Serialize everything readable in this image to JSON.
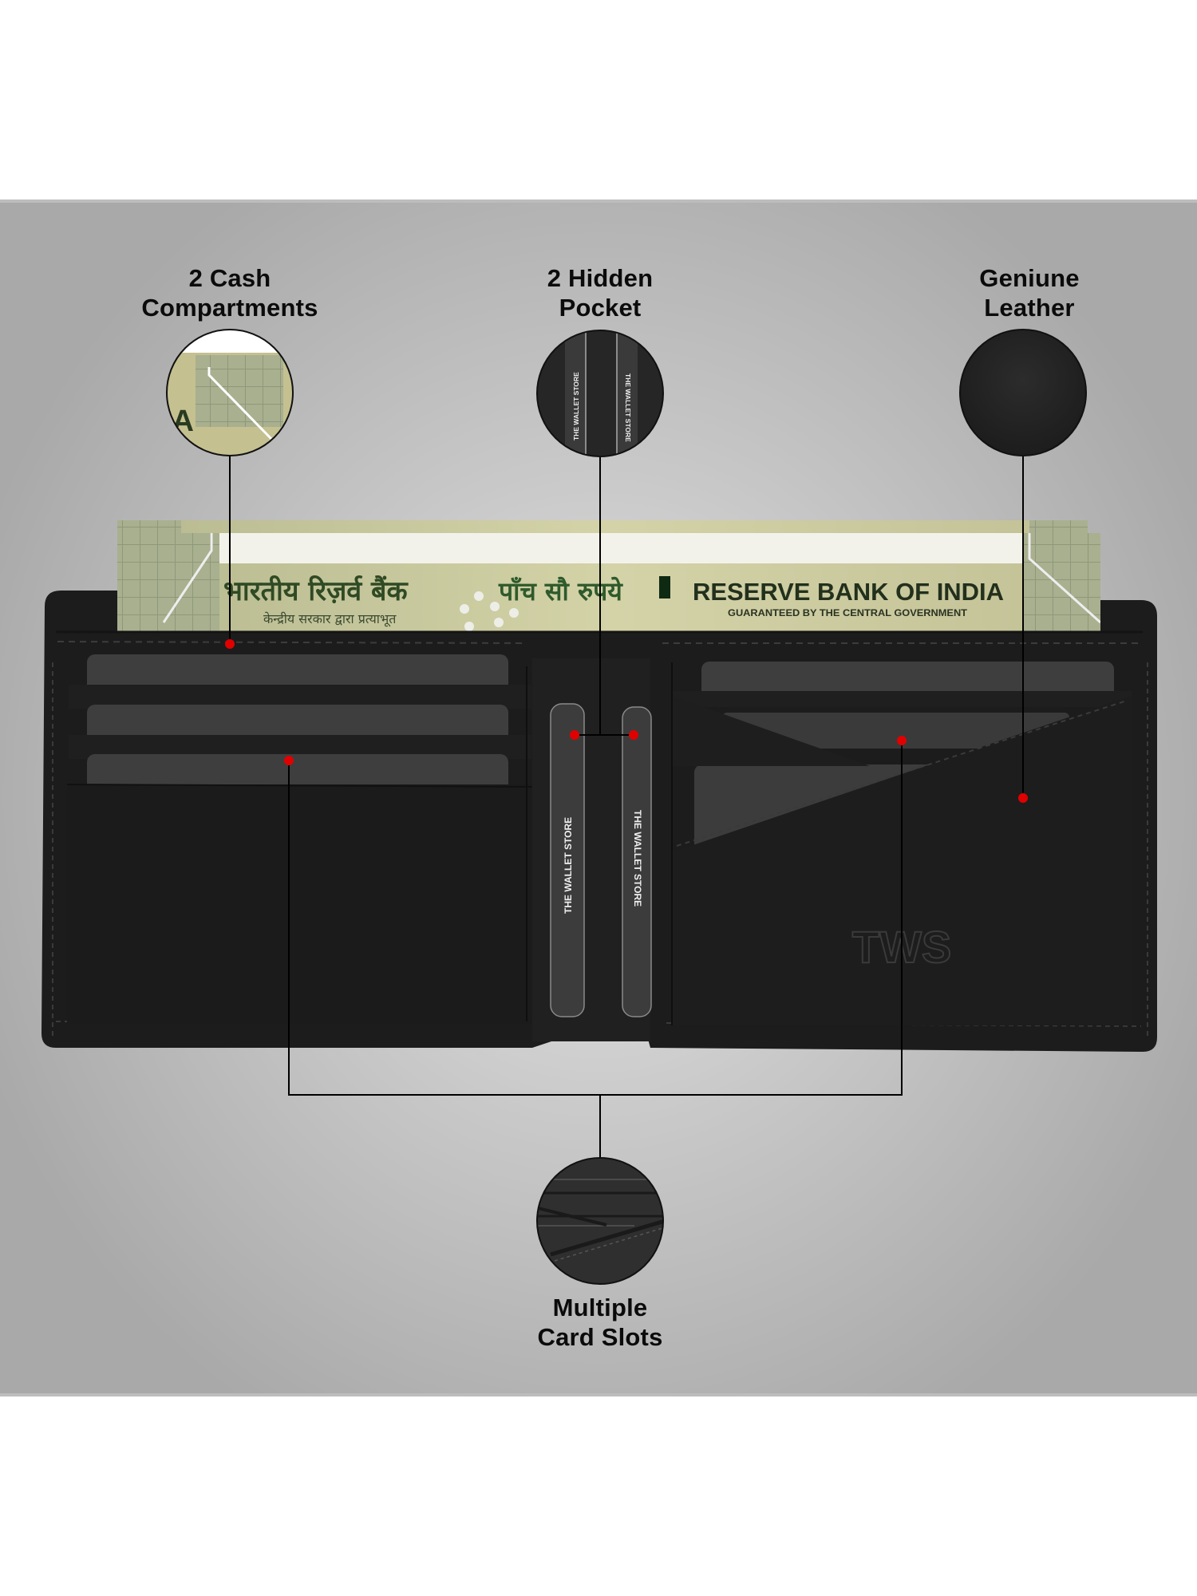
{
  "colors": {
    "background_outer": "#ffffff",
    "background_band": "#c4c4c4",
    "wallet_leather": "#1e1e1e",
    "card": "#3d3d3d",
    "callout_dot": "#e10000",
    "callout_line": "#000000",
    "banknote": "#c9c79a",
    "banknote_ink": "#2f4a24"
  },
  "features": [
    {
      "id": "cash",
      "line1": "2 Cash",
      "line2": "Compartments",
      "icon": "banknote-closeup-icon"
    },
    {
      "id": "hidden",
      "line1": "2 Hidden",
      "line2": "Pocket",
      "icon": "hidden-pocket-closeup-icon"
    },
    {
      "id": "leather",
      "line1": "Geniune",
      "line2": "Leather",
      "icon": "leather-texture-icon"
    },
    {
      "id": "slots",
      "line1": "Multiple",
      "line2": "Card Slots",
      "icon": "card-slots-closeup-icon"
    }
  ],
  "banknote": {
    "hindi_title": "भारतीय रिज़र्व बैंक",
    "hindi_denomination": "पाँच सौ रुपये",
    "hindi_subtitle": "केन्द्रीय सरकार द्वारा प्रत्याभूत",
    "english_title": "RESERVE BANK OF INDIA",
    "english_subtitle": "GUARANTEED BY THE CENTRAL GOVERNMENT"
  },
  "wallet": {
    "hidden_card_label_left": "THE WALLET STORE",
    "hidden_card_label_right": "THE WALLET STORE",
    "logo": "TWS"
  }
}
